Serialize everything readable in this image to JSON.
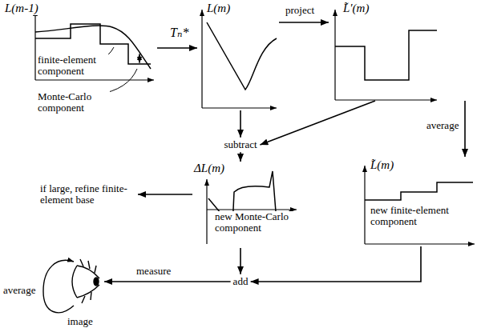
{
  "diagram": {
    "nodes": [
      {
        "text": [
          "L(m-1)",
          "finite-element component",
          "Monte-Carlo component"
        ]
      },
      {
        "text": [
          "L(m)"
        ]
      },
      {
        "text": [
          "L̃'(m)"
        ]
      },
      {
        "text": [
          "subtract"
        ]
      },
      {
        "text": [
          "ΔL(m)",
          "new Monte-Carlo component"
        ]
      },
      {
        "text": [
          "L̃(m)",
          "new finite-element component"
        ]
      },
      {
        "text": [
          "if large, refine finite-element base"
        ]
      },
      {
        "text": [
          "add"
        ]
      },
      {
        "text": [
          "average",
          "image"
        ]
      }
    ],
    "edges": [
      {
        "from": 0,
        "to": 1,
        "arrow": "to",
        "label": "Tₙ*"
      },
      {
        "from": 1,
        "to": 2,
        "arrow": "to",
        "label": "project"
      },
      {
        "from": 1,
        "to": 3,
        "arrow": "to"
      },
      {
        "from": 2,
        "to": 3,
        "arrow": "to"
      },
      {
        "from": 2,
        "to": 5,
        "arrow": "to",
        "label": "average"
      },
      {
        "from": 3,
        "to": 4,
        "arrow": "to"
      },
      {
        "from": 4,
        "to": 6,
        "arrow": "to"
      },
      {
        "from": 4,
        "to": 7,
        "arrow": "to"
      },
      {
        "from": 5,
        "to": 7,
        "arrow": "to"
      },
      {
        "from": 7,
        "to": 8,
        "arrow": "to",
        "label": "measure"
      }
    ]
  }
}
